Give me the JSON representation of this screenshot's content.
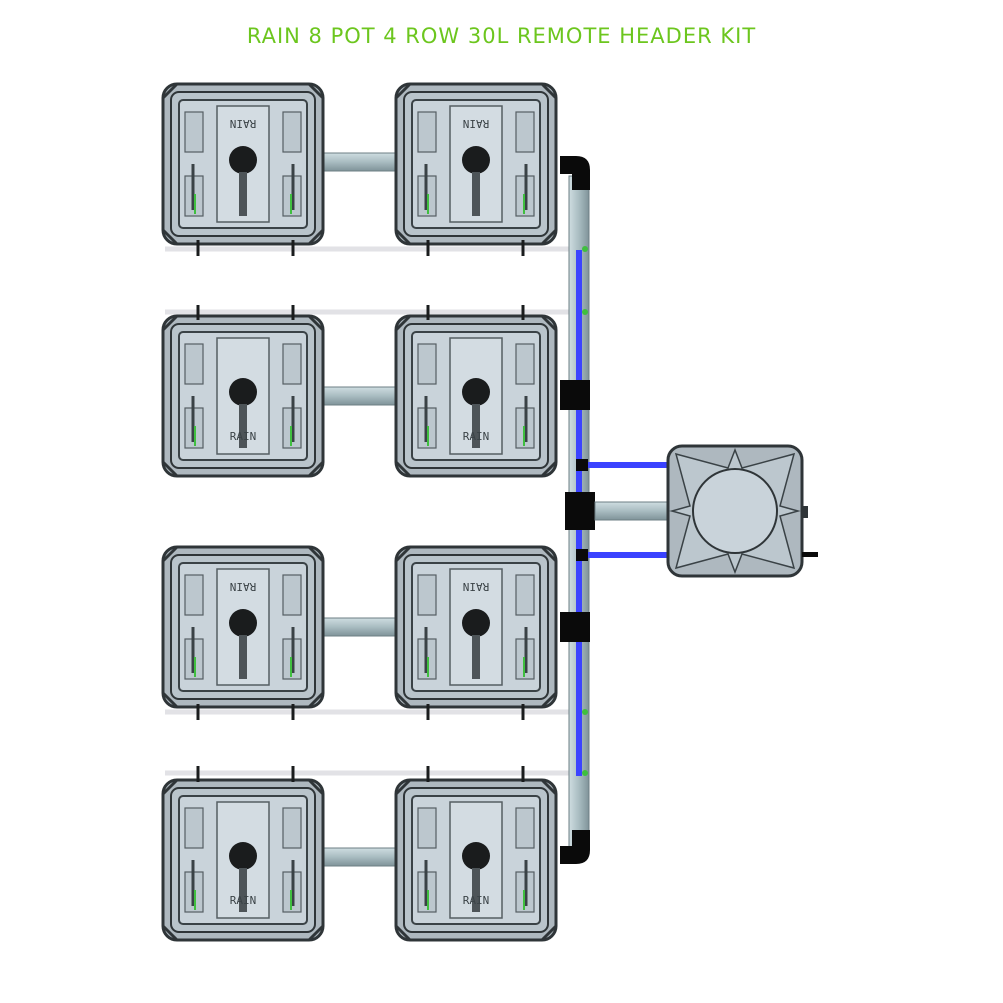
{
  "title": "RAIN 8 POT 4 ROW 30L REMOTE HEADER KIT",
  "colors": {
    "title": "#6cc61e",
    "pot_outer": "#aeb8bf",
    "pot_inner": "#c9d3da",
    "pot_stroke": "#2f3538",
    "pipe": "#a9bcc1",
    "blue_line": "#3b43ff",
    "black_fitting": "#0a0a0a",
    "white_line": "#e9e9ec",
    "green_connector": "#3fbf3f"
  },
  "icons": {
    "pot": "square-pot-icon",
    "tank": "remote-reservoir-tank-icon",
    "pipe": "header-pipe-icon"
  },
  "pot_labels": [
    "RAIN",
    "RAIN",
    "RAIN",
    "RAIN",
    "RAIN",
    "RAIN",
    "RAIN",
    "RAIN"
  ]
}
